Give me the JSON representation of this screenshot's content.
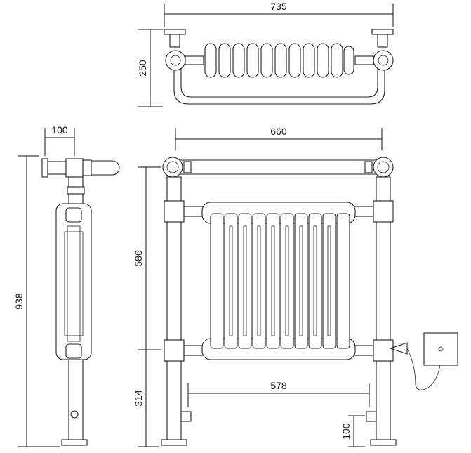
{
  "dimensions": {
    "top_width": "735",
    "top_depth": "250",
    "side_projection": "100",
    "overall_height": "938",
    "front_width": "660",
    "column_height": "586",
    "floor_to_column": "314",
    "valve_centres": "578",
    "valve_height": "100"
  },
  "colors": {
    "line": "#1f1f1f",
    "background": "#ffffff"
  }
}
